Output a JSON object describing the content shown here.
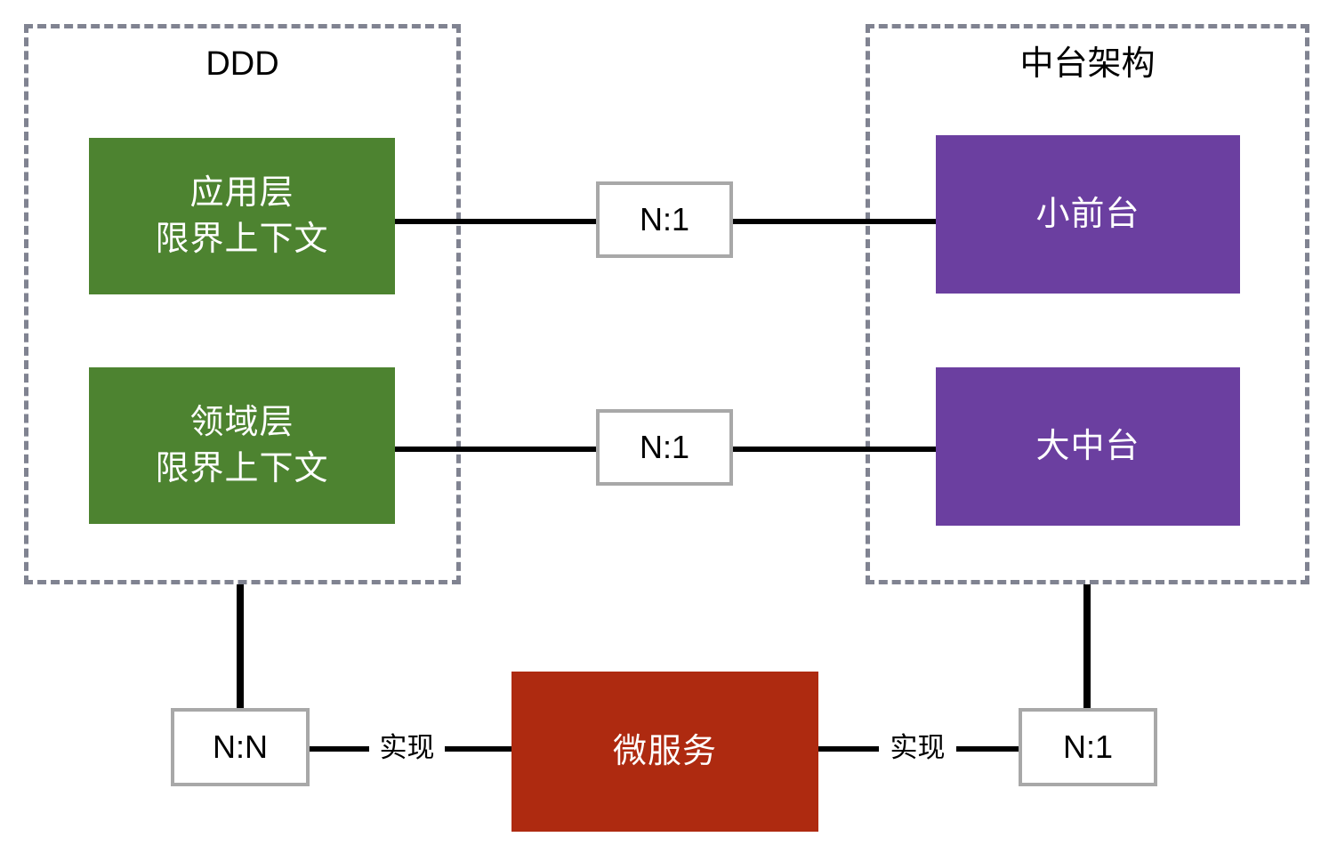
{
  "diagram": {
    "title_left": "DDD",
    "title_right": "中台架构",
    "groups": [
      {
        "key": "ddd",
        "label": "DDD"
      },
      {
        "key": "zhongtai",
        "label": "中台架构"
      }
    ],
    "nodes": {
      "app_layer": {
        "line1": "应用层",
        "line2": "限界上下文",
        "color": "#4d8330"
      },
      "domain_layer": {
        "line1": "领域层",
        "line2": "限界上下文",
        "color": "#4d8330"
      },
      "small_front": {
        "line1": "小前台",
        "color": "#6b3fa0"
      },
      "big_middle": {
        "line1": "大中台",
        "color": "#6b3fa0"
      },
      "microservice": {
        "line1": "微服务",
        "color": "#ae2a10"
      }
    },
    "multiplicities": {
      "app_to_front": "N:1",
      "domain_to_mid": "N:1",
      "ddd_to_service": "N:N",
      "mid_to_service": "N:1"
    },
    "edge_labels": {
      "left_realize": "实现",
      "right_realize": "实现"
    },
    "colors": {
      "green": "#4d8330",
      "purple": "#6b3fa0",
      "red": "#ae2a10",
      "group_border": "#808391",
      "mult_border": "#a8a8a8",
      "line": "#000000",
      "background": "#ffffff",
      "node_text": "#ffffff",
      "label_text": "#000000"
    }
  }
}
